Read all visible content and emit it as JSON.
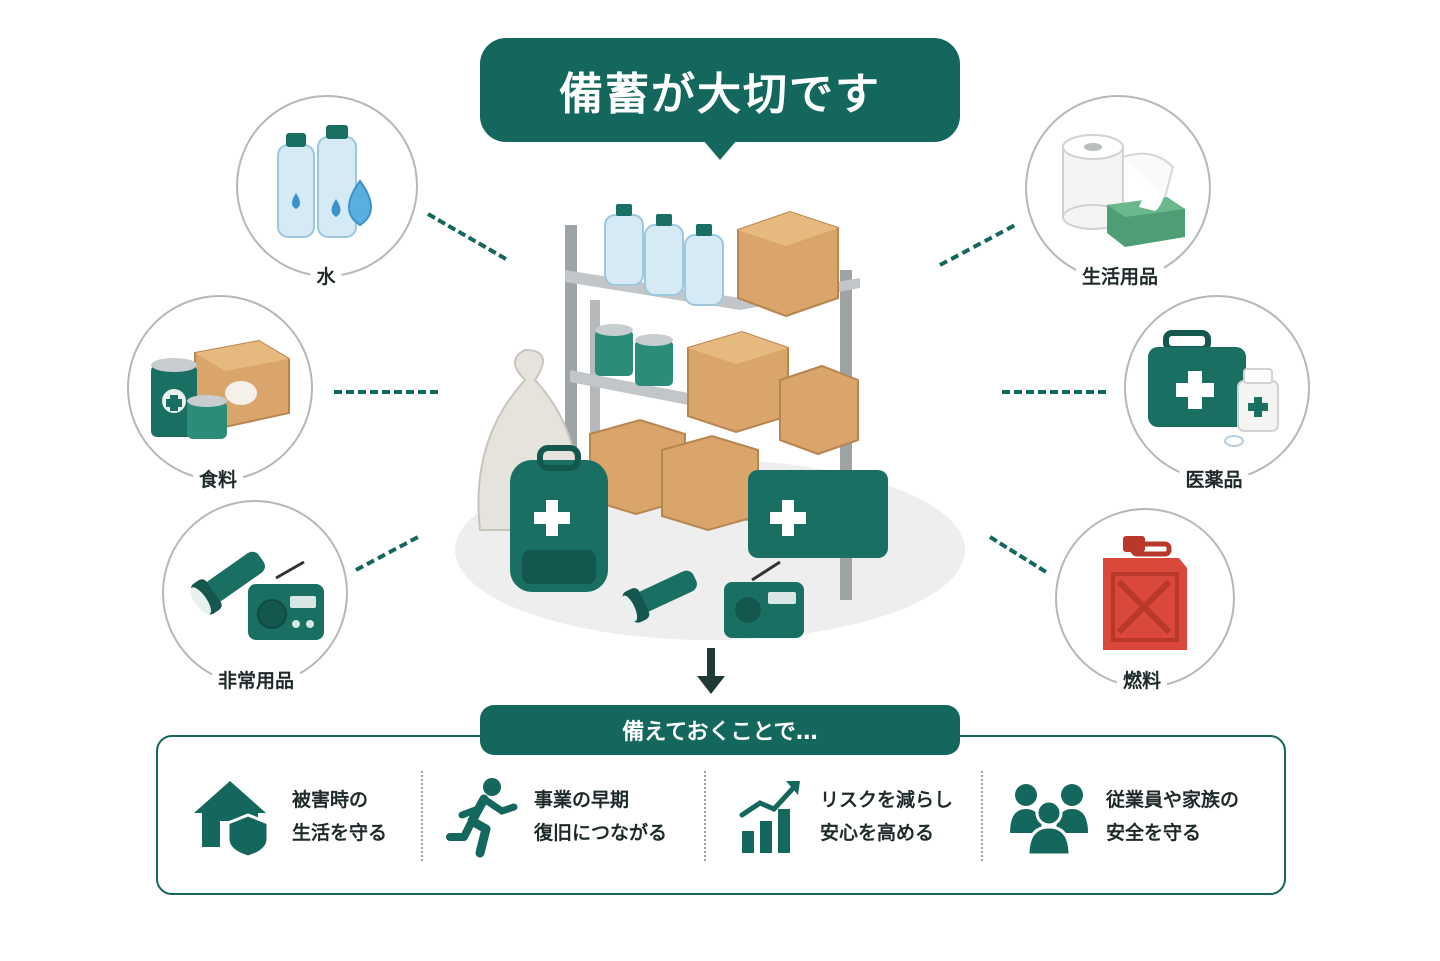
{
  "title": "備蓄が大切です",
  "categories": {
    "water": "水",
    "food": "食料",
    "emergency": "非常用品",
    "daily": "生活用品",
    "medicine": "医薬品",
    "fuel": "燃料"
  },
  "subtitle": "備えておくことで…",
  "benefits": [
    {
      "line1": "被害時の",
      "line2": "生活を守る",
      "icon": "house-shield-icon"
    },
    {
      "line1": "事業の早期",
      "line2": "復旧につながる",
      "icon": "running-person-icon"
    },
    {
      "line1": "リスクを減らし",
      "line2": "安心を高める",
      "icon": "growth-chart-icon"
    },
    {
      "line1": "従業員や家族の",
      "line2": "安全を守る",
      "icon": "people-group-icon"
    }
  ],
  "colors": {
    "primary": "#14675c",
    "box": "#d9a56b",
    "shelf": "#9ea3a6",
    "fuel": "#d9483a"
  }
}
